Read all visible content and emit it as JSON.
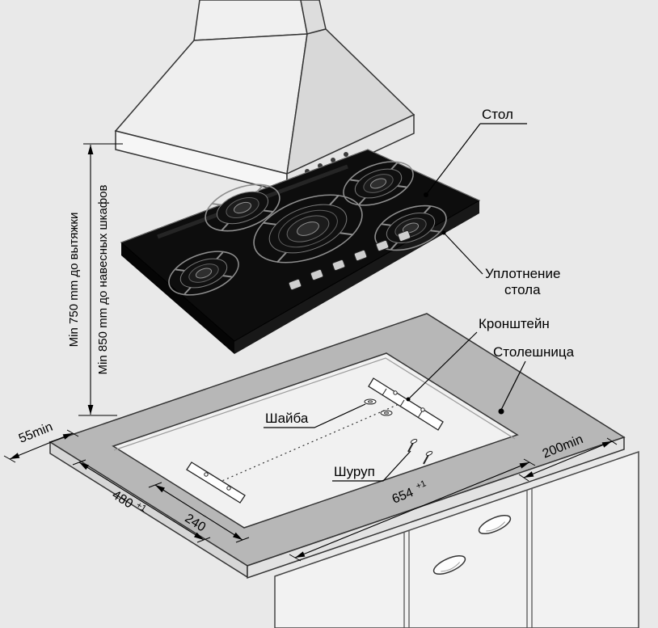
{
  "labels": {
    "stol": "Стол",
    "uplotnenie_1": "Уплотнение",
    "uplotnenie_2": "стола",
    "kronshtein": "Кронштейн",
    "stoleshnitsa": "Столешница",
    "shaiba": "Шайба",
    "shurup": "Шуруп"
  },
  "dims": {
    "min750": "Min 750 mm до вытяжки",
    "min850": "Min 850 mm до навесных шкафов",
    "d55": "55min",
    "d200": "200min",
    "d480": "480",
    "tol480": "+1",
    "d240": "240",
    "d654": "654",
    "tol654": "+1"
  },
  "colors": {
    "background": "#e9e9e9",
    "line": "#000000",
    "countertop": "#b7b7b7",
    "hob_glass": "#0d0d0d",
    "hood": "#efefef"
  }
}
